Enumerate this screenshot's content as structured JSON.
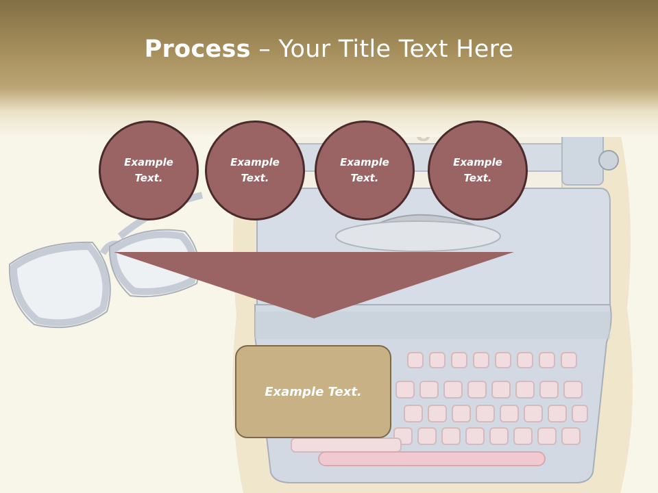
{
  "slide": {
    "title_bold": "Process",
    "title_rest": " – Your Title Text Here",
    "circles": [
      {
        "label": "Example Text."
      },
      {
        "label": "Example Text."
      },
      {
        "label": "Example Text."
      },
      {
        "label": "Example Text."
      }
    ],
    "result_box": {
      "label": "Example Text."
    }
  },
  "colors": {
    "circle_fill": "#9a6464",
    "circle_border": "#4a2a2a",
    "funnel_fill": "#9a6464",
    "result_fill": "#c8b185",
    "header_brown": "#8a7449",
    "background": "#f8f5e9"
  },
  "background_illustration": [
    "typewriter",
    "eyeglasses"
  ]
}
